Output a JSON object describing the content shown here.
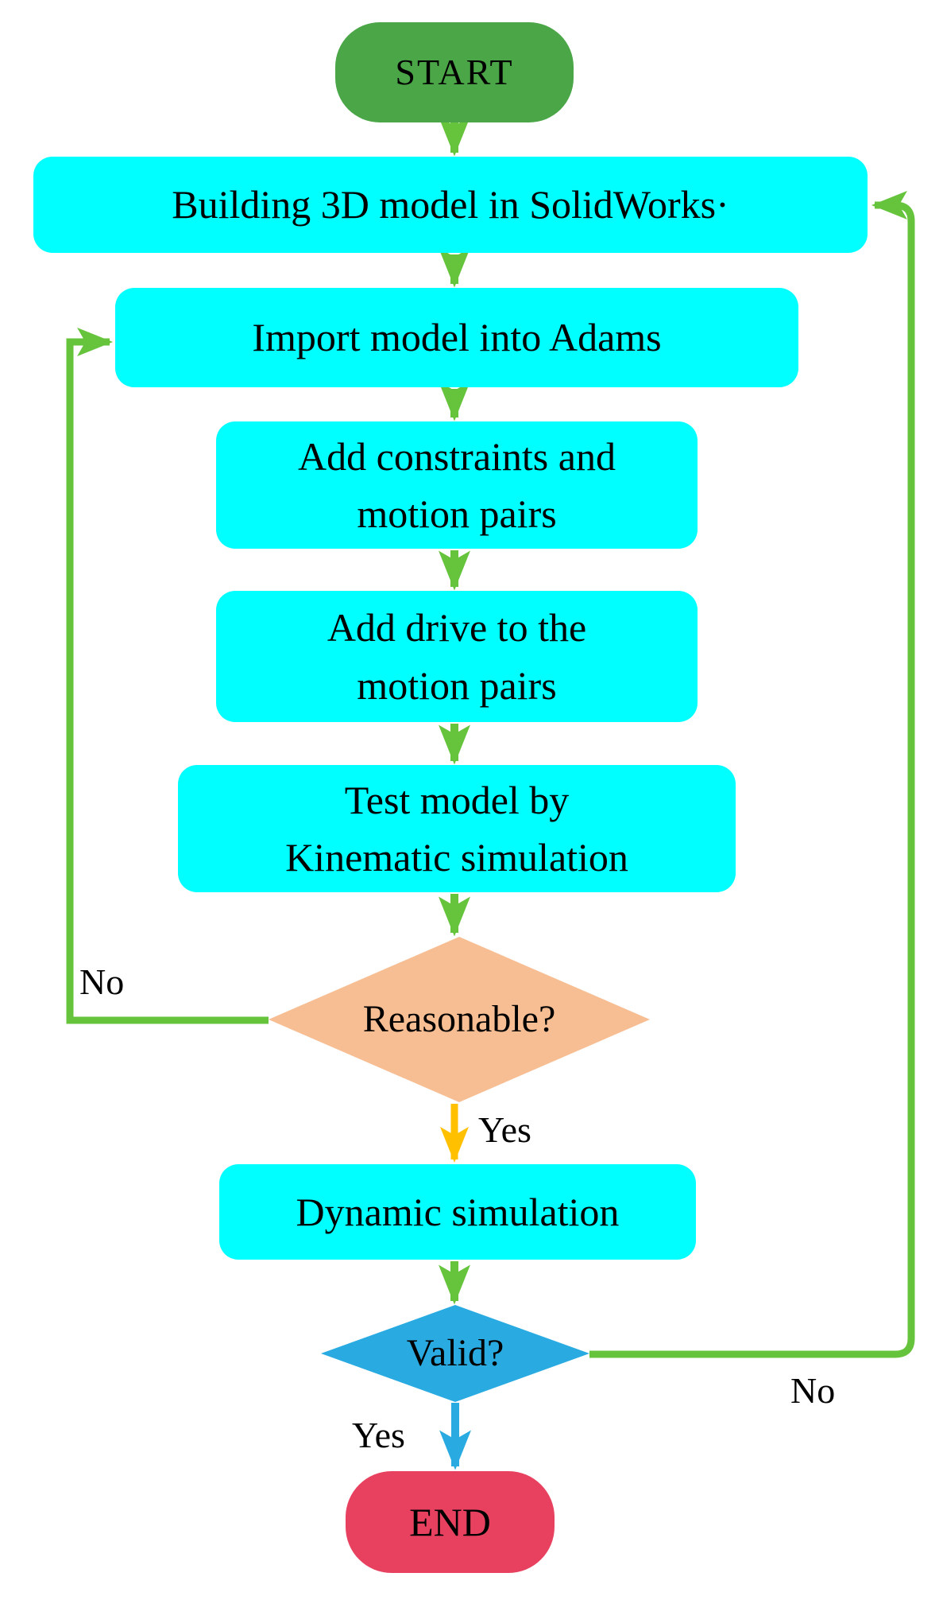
{
  "title": "SolidWorks–Adams simulation workflow flowchart",
  "colors": {
    "process_fill": "#00ffff",
    "start_fill": "#4aa647",
    "end_fill": "#e8415f",
    "decision_reasonable_fill": "#f7be93",
    "decision_valid_fill": "#29abe2",
    "arrow_green": "#66c43c",
    "arrow_yellow": "#ffc000",
    "arrow_blue": "#29abe2",
    "text": "#000000"
  },
  "nodes": {
    "start": {
      "type": "terminator",
      "label": "START"
    },
    "build": {
      "type": "process",
      "label": "Building 3D model in SolidWorks·"
    },
    "import": {
      "type": "process",
      "label": "Import model into Adams"
    },
    "constraints": {
      "type": "process",
      "label": "Add constraints and\nmotion pairs"
    },
    "drive": {
      "type": "process",
      "label": "Add drive to the\nmotion pairs"
    },
    "test": {
      "type": "process",
      "label": "Test model by\nKinematic simulation"
    },
    "reasonable": {
      "type": "decision",
      "label": "Reasonable?"
    },
    "dynamic": {
      "type": "process",
      "label": "Dynamic simulation"
    },
    "valid": {
      "type": "decision",
      "label": "Valid?"
    },
    "end": {
      "type": "terminator",
      "label": "END"
    }
  },
  "edge_labels": {
    "reasonable_no": "No",
    "reasonable_yes": "Yes",
    "valid_no": "No",
    "valid_yes": "Yes"
  }
}
